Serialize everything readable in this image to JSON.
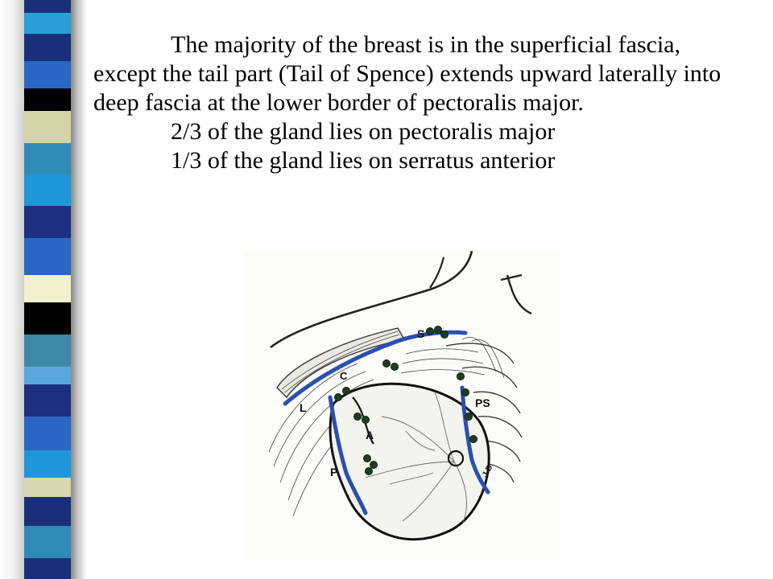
{
  "slide": {
    "paragraph_main": "The majority of the breast is in the superficial fascia, except the tail part (Tail of Spence) extends upward laterally into deep fascia at the lower border of pectoralis major.",
    "line_pectoralis": "2/3 of the gland lies on pectoralis major",
    "line_serratus": "1/3 of the gland lies on serratus anterior"
  },
  "figure": {
    "labels": {
      "s": "S",
      "c": "C",
      "l": "L",
      "a": "A",
      "p": "P",
      "ps": "PS",
      "jb": "J.B"
    }
  },
  "colors": {
    "stripe": [
      "#1a2f7a",
      "#d2d2a6",
      "#1f8fd6",
      "#000000",
      "#2a67c4",
      "#2f8bb6",
      "#f1f1ce",
      "#1c2f80",
      "#5aa7dd"
    ],
    "vessel": "#2a4fb0"
  }
}
